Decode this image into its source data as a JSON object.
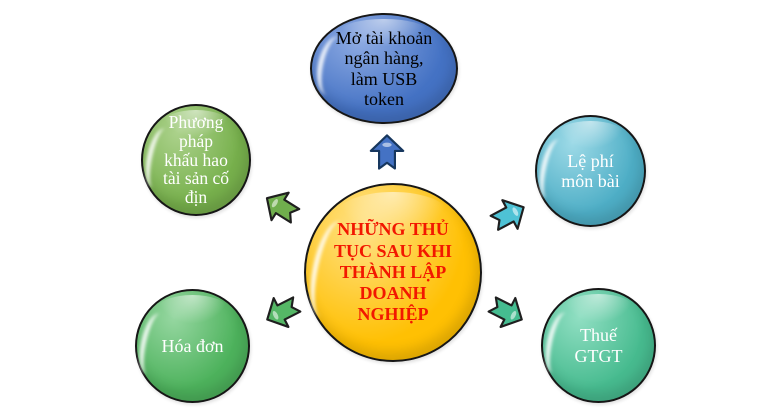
{
  "diagram": {
    "center": {
      "id": "procedures-after-establishment",
      "label": "NHỮNG THỦ\nTỤC SAU KHI\nTHÀNH LẬP\nDOANH\nNGHIỆP",
      "fill": "#FFC003",
      "highlight": "#FFE289",
      "text_color": "#F21700"
    },
    "nodes": [
      {
        "id": "bank-account",
        "position": "top",
        "label": "Mở tài khoản\nngân hàng,\nlàm USB\ntoken",
        "fill": "#4472C4",
        "highlight": "#8EABE3",
        "text_color": "#000000"
      },
      {
        "id": "depreciation-method",
        "position": "upper-left",
        "label": "Phương\npháp\nkhấu hao\ntài sản cố\nđịn",
        "fill": "#77B04C",
        "highlight": "#ACD28C",
        "text_color": "#FFFFFF"
      },
      {
        "id": "license-fee",
        "position": "right",
        "label": "Lệ phí\nmôn bài",
        "fill": "#4EAEC6",
        "highlight": "#9DDAE7",
        "text_color": "#FFFFFF"
      },
      {
        "id": "invoice",
        "position": "lower-left",
        "label": "Hóa đơn",
        "fill": "#4DB25C",
        "highlight": "#96D7A1",
        "text_color": "#FFFFFF"
      },
      {
        "id": "vat",
        "position": "lower-right",
        "label": "Thuế\nGTGT",
        "fill": "#47BB8F",
        "highlight": "#91DFC3",
        "text_color": "#FFFFFF"
      }
    ],
    "arrows": [
      {
        "direction": "up",
        "fill": "#4472C4",
        "stroke": "#17375E"
      },
      {
        "direction": "upper-left",
        "fill": "#70AE4D",
        "stroke": "#1F1F1F"
      },
      {
        "direction": "upper-right",
        "fill": "#4EC2D5",
        "stroke": "#1F1F1F"
      },
      {
        "direction": "lower-right",
        "fill": "#45BC90",
        "stroke": "#1F1F1F"
      },
      {
        "direction": "lower-left",
        "fill": "#55B766",
        "stroke": "#1F1F1F"
      }
    ]
  }
}
